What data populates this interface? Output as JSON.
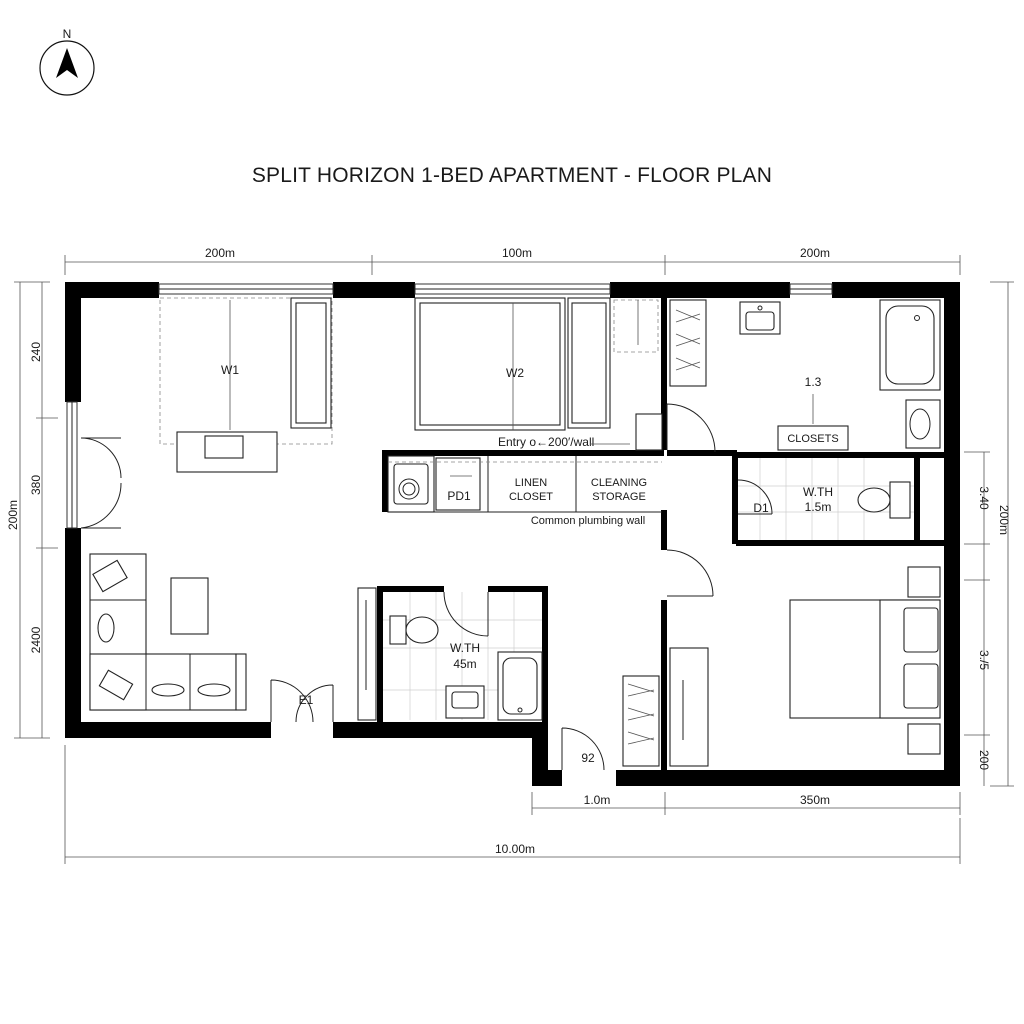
{
  "title": "SPLIT HORIZON 1-BED APARTMENT - FLOOR PLAN",
  "compass": {
    "north_label": "N",
    "icon": "north-arrow-icon"
  },
  "rooms": {
    "w1": "W1",
    "w2": "W2",
    "entry_note": "Entry  o←200′/wall",
    "pd1": "PD1",
    "linen_closet": [
      "LINEN",
      "CLOSET"
    ],
    "cleaning_storage": [
      "CLEANING",
      "STORAGE"
    ],
    "plumbing_note": "Common plumbing wall",
    "closets_ref": "1.3",
    "closets": "CLOSETS",
    "d1": "D1",
    "wc_upper": [
      "W.TH",
      "1.5m"
    ],
    "wc_lower": [
      "W.TH",
      "45m"
    ],
    "e1": "E1",
    "door_92": "92"
  },
  "dimensions": {
    "top": [
      "200m",
      "100m",
      "200m"
    ],
    "left": [
      "240",
      "380",
      "200m",
      "2400"
    ],
    "right": [
      "3.40",
      "200m",
      "3./5",
      "200"
    ],
    "bottom": [
      "1.0m",
      "350m"
    ],
    "overall": "10.00m"
  }
}
